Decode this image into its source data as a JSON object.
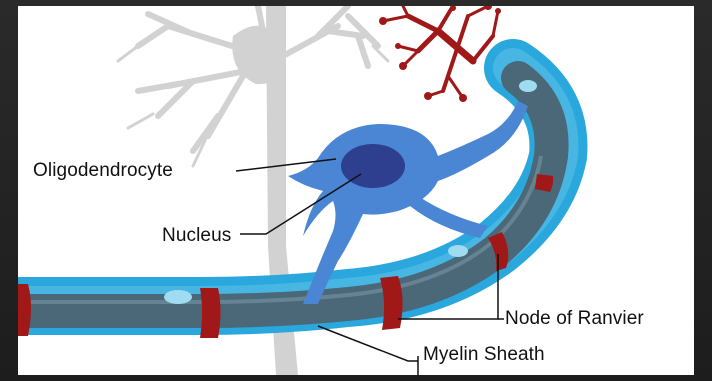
{
  "diagram": {
    "labels": {
      "oligodendrocyte": "Oligodendrocyte",
      "nucleus": "Nucleus",
      "node_of_ranvier": "Node of Ranvier",
      "myelin_sheath": "Myelin Sheath"
    },
    "colors": {
      "frame_background": "#232323",
      "canvas_background": "#ffffff",
      "background_neuron": "#cfcfcf",
      "myelin": "#2aa8de",
      "myelin_light": "#7fd0ee",
      "oligodendrocyte_body": "#4a86d4",
      "nucleus": "#2e3f8f",
      "axon": "#4a6878",
      "node_of_ranvier": "#a01818",
      "axon_terminal": "#a01818",
      "leader_line": "#111111"
    }
  }
}
